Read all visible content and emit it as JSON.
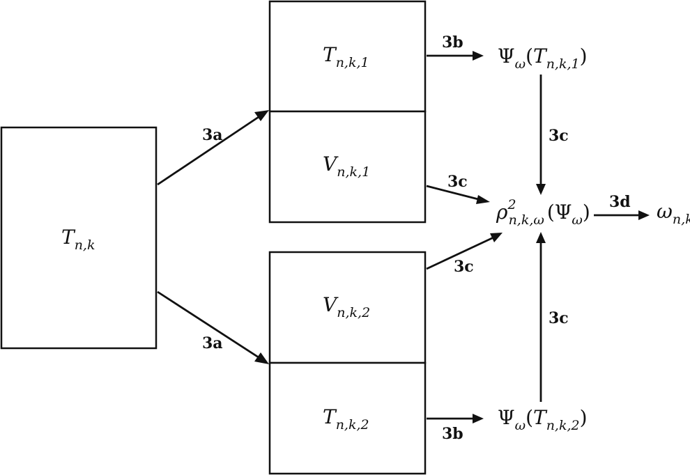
{
  "nodes": {
    "t_nk": {
      "base": "T",
      "sub": "n,k"
    },
    "t_nk1": {
      "base": "T",
      "sub": "n,k,1"
    },
    "v_nk1": {
      "base": "V",
      "sub": "n,k,1"
    },
    "v_nk2": {
      "base": "V",
      "sub": "n,k,2"
    },
    "t_nk2": {
      "base": "T",
      "sub": "n,k,2"
    },
    "psi_t1": {
      "fn": "Ψ",
      "fn_sub": "ω",
      "open": "(",
      "arg": "T",
      "arg_sub": "n,k,1",
      "close": ")"
    },
    "psi_t2": {
      "fn": "Ψ",
      "fn_sub": "ω",
      "open": "(",
      "arg": "T",
      "arg_sub": "n,k,2",
      "close": ")"
    },
    "rho": {
      "base": "ρ",
      "sup": "2",
      "sub": "n,k,ω",
      "open": "(",
      "arg": "Ψ",
      "arg_sub": "ω",
      "close": ")"
    },
    "omega": {
      "base": "ω",
      "sub": "n,k"
    }
  },
  "edge_labels": {
    "a_top": "3a",
    "a_bottom": "3a",
    "b_top": "3b",
    "b_bottom": "3b",
    "c_vertical_top": "3c",
    "c_v1": "3c",
    "c_v2": "3c",
    "c_vertical_bottom": "3c",
    "d": "3d"
  },
  "colors": {
    "stroke": "#111111",
    "background": "#ffffff"
  }
}
